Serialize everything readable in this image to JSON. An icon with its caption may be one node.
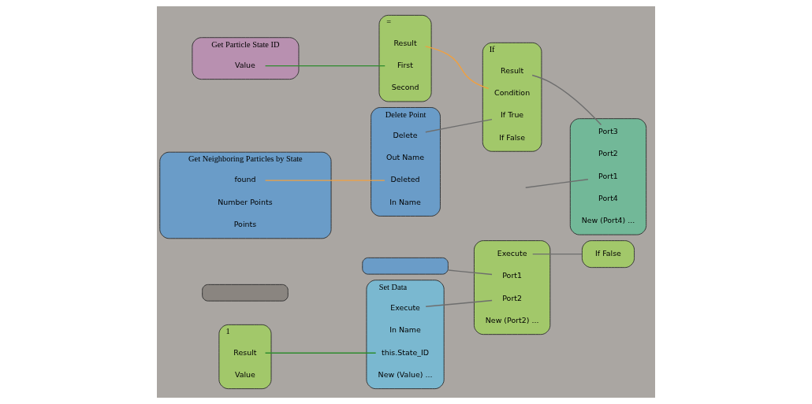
{
  "diagram": {
    "nodes": [
      {
        "text": [],
        "shape": "box"
      },
      {
        "text": [],
        "shape": "box"
      },
      {
        "text": [
          "Execute"
        ],
        "in": 1
      },
      {
        "text": [
          "Port1"
        ],
        "in": 1
      },
      {
        "text": [
          "Port2"
        ],
        "in": 1
      },
      {
        "text": [
          "New (Port2) ..."
        ],
        "in": 1
      },
      {
        "text": [],
        "shape": "box"
      },
      {
        "text": [
          "If False"
        ],
        "in": 6
      },
      {
        "text": [],
        "shape": "box"
      },
      {
        "text": [
          "1"
        ]
      },
      {
        "text": [
          "Result"
        ],
        "in": 9
      },
      {
        "text": [
          "Value"
        ],
        "in": 9
      },
      {
        "text": [
          "Set Data"
        ]
      },
      {
        "text": [
          "Execute"
        ],
        "in": 12
      },
      {
        "text": [
          "In Name"
        ],
        "in": 12
      },
      {
        "text": [
          "this.State_ID"
        ],
        "in": 12
      },
      {
        "text": [
          "New (Value) ..."
        ],
        "in": 12
      },
      {
        "text": [],
        "shape": "box"
      },
      {
        "text": [
          "Port1"
        ],
        "in": 17
      },
      {
        "text": [
          "Port2"
        ],
        "in": 17
      },
      {
        "text": [
          "Port3"
        ],
        "in": 17
      },
      {
        "text": [
          "Port4"
        ],
        "in": 17
      },
      {
        "text": [
          "New (Port4) ..."
        ],
        "in": 17
      },
      {
        "text": [
          "Get Particle State ID"
        ]
      },
      {
        "text": [
          "Value"
        ],
        "in": 23
      },
      {
        "text": [
          "="
        ]
      },
      {
        "text": [
          "Result"
        ],
        "in": 25
      },
      {
        "text": [
          "First"
        ],
        "in": 25
      },
      {
        "text": [
          "Second"
        ],
        "in": 25
      },
      {
        "text": [
          "If"
        ]
      },
      {
        "text": [
          "Result"
        ],
        "in": 29
      },
      {
        "text": [
          "Condition"
        ],
        "in": 29
      },
      {
        "text": [
          "If True"
        ],
        "in": 29
      },
      {
        "text": [
          "If False"
        ],
        "in": 29
      },
      {
        "text": [
          "Get Neighboring Particles by State"
        ]
      },
      {
        "text": [
          "found"
        ],
        "in": 34
      },
      {
        "text": [
          "Number Points"
        ],
        "in": 34
      },
      {
        "text": [
          "Points"
        ],
        "in": 34
      },
      {
        "text": [
          "Delete Point"
        ]
      },
      {
        "text": [
          "Delete"
        ],
        "in": 38
      },
      {
        "text": [
          "Out Name"
        ],
        "in": 38
      },
      {
        "text": [
          "Deleted"
        ],
        "in": 38
      },
      {
        "text": [
          "In Name"
        ],
        "in": 38
      }
    ],
    "edges": [
      {
        "from": 0,
        "to": 3,
        "arrow": "none"
      },
      {
        "from": 2,
        "to": 6,
        "arrow": "none"
      },
      {
        "from": null,
        "to": 18,
        "arrow": "none"
      },
      {
        "from": 10,
        "to": 15,
        "arrow": "none",
        "color": "#2e8b2e"
      },
      {
        "from": 13,
        "to": 4,
        "arrow": "none"
      },
      {
        "from": 24,
        "to": 27,
        "arrow": "none",
        "color": "#2e8b2e"
      },
      {
        "from": 26,
        "to": 31,
        "arrow": "none",
        "color": "#f0a040"
      },
      {
        "from": 30,
        "to": 20,
        "arrow": "none"
      },
      {
        "from": 35,
        "to": 41,
        "arrow": "none",
        "color": "#f0a040"
      },
      {
        "from": 39,
        "to": 32,
        "arrow": "none"
      }
    ]
  }
}
